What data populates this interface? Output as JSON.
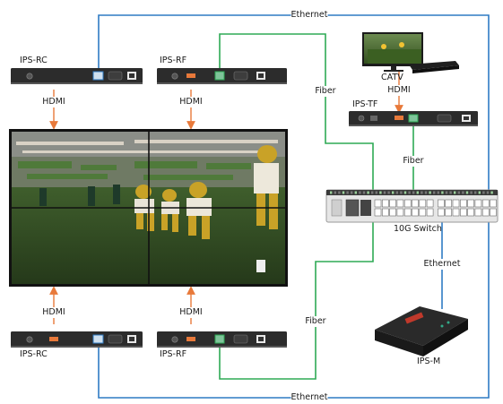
{
  "devices": {
    "top_left": "IPS-RC",
    "top_mid": "IPS-RF",
    "bottom_left": "IPS-RC",
    "bottom_mid": "IPS-RF",
    "transmitter": "IPS-TF",
    "source": "CATV",
    "switch": "10G Switch",
    "manager": "IPS-M"
  },
  "links": {
    "ethernet_top": "Ethernet",
    "ethernet_bottom": "Ethernet",
    "ethernet_manager": "Ethernet",
    "fiber_top": "Fiber",
    "fiber_bottom": "Fiber",
    "fiber_tf": "Fiber",
    "hdmi_tl": "HDMI",
    "hdmi_tm": "HDMI",
    "hdmi_bl": "HDMI",
    "hdmi_bm": "HDMI",
    "hdmi_catv": "HDMI"
  },
  "colors": {
    "ethernet": "#2f7bc4",
    "fiber": "#2eaa55",
    "hdmi": "#e8793a"
  }
}
